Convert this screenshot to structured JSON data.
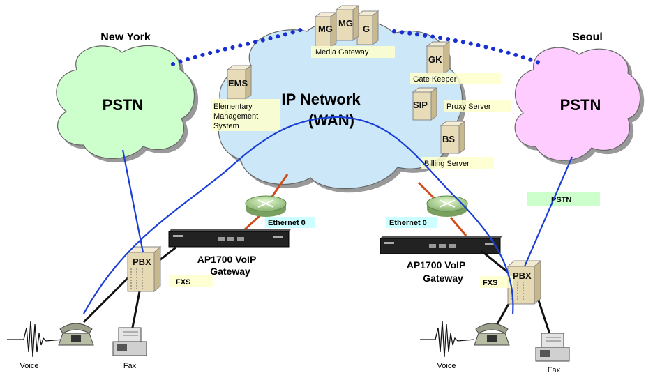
{
  "locations": {
    "left_city": "New York",
    "right_city": "Seoul"
  },
  "clouds": {
    "left_pstn": "PSTN",
    "right_pstn": "PSTN",
    "ip_line1": "IP Network",
    "ip_line2": "(WAN)"
  },
  "servers": {
    "mg1": "MG",
    "mg2": "MG",
    "mg3": "G",
    "mg_caption": "Media Gateway",
    "gk": "GK",
    "gk_caption": "Gate Keeper",
    "sip": "SIP",
    "sip_caption": "Proxy Server",
    "bs": "BS",
    "bs_caption": "Billing Server",
    "ems": "EMS",
    "ems_caption_1": "Elementary",
    "ems_caption_2": "Management",
    "ems_caption_3": "System"
  },
  "gateways": {
    "left_ethernet": "Ethernet 0",
    "right_ethernet": "Ethernet 0",
    "left_name_1": "AP1700 VoIP",
    "left_name_2": "Gateway",
    "right_name_1": "AP1700 VoIP",
    "right_name_2": "Gateway"
  },
  "pbx": {
    "left": "PBX",
    "right": "PBX",
    "left_fxs": "FXS",
    "right_fxs": "FXS",
    "right_pstn_tag": "PSTN"
  },
  "endpoints": {
    "left_voice": "Voice",
    "left_fax": "Fax",
    "right_voice": "Voice",
    "right_fax": "Fax"
  },
  "colors": {
    "left_cloud": "#ccffcc",
    "right_cloud": "#ffccff",
    "ip_cloud": "#cce8f8",
    "trunk_line": "#1a3fd6",
    "dotted_link": "#1a2fd0",
    "ethernet_link": "#d04a1a"
  }
}
